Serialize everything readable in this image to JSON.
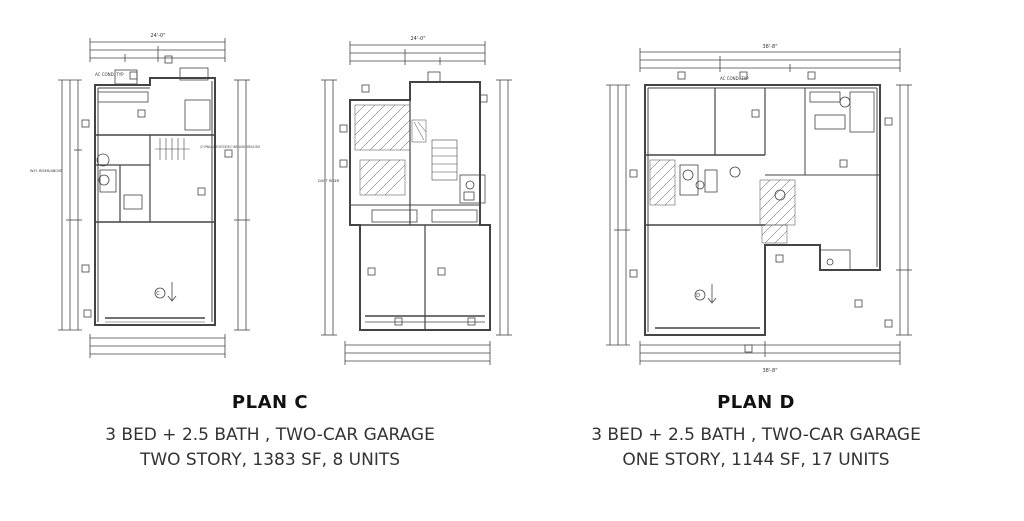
{
  "plans": [
    {
      "title": "PLAN C",
      "line1": "3 BED + 2.5 BATH , TWO-CAR GARAGE",
      "line2": "TWO STORY, 1383 SF, 8 UNITS"
    },
    {
      "title": "PLAN D",
      "line1": "3 BED + 2.5 BATH , TWO-CAR GARAGE",
      "line2": "ONE STORY, 1144 SF, 17 UNITS"
    }
  ],
  "drawing": {
    "c_top_dim": "24'-0\"",
    "c_ac_note": "AC COND. TYP",
    "c_stair_note": "1/2\" GYPWALLS AS PER SECTION R302.7 UNDER USABLE STAIRCASE SPACE",
    "c_wh_note": "W.H. RISER/ABOVE",
    "c_garage_tag": "C",
    "c2_top_dim": "24'-0\"",
    "c2_duct_note": "DUCT RISER",
    "d_top_dim": "38'-8\"",
    "d_ac_note": "AC COND. TYP",
    "d_garage_tag": "D",
    "d_bottom_dim": "38'-8\""
  }
}
